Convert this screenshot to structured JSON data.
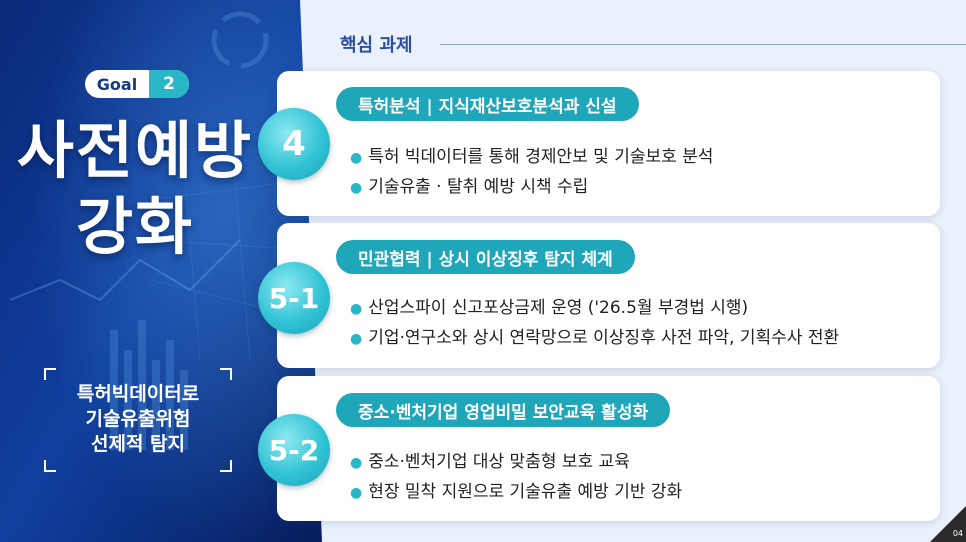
{
  "goal": {
    "label": "Goal",
    "number": "2"
  },
  "title": {
    "line1": "사전예방",
    "line2": "강화"
  },
  "subtitle": [
    "특허빅데이터로",
    "기술유출위험",
    "선제적 탐지"
  ],
  "section": {
    "title": "핵심 과제"
  },
  "tasks": [
    {
      "number": "4",
      "heading": "특허분석  |  지식재산보호분석과 신설",
      "bullets": [
        "특허 빅데이터를 통해 경제안보 및 기술보호 분석",
        "기술유출 · 탈취 예방 시책 수립"
      ]
    },
    {
      "number": "5-1",
      "heading": "민관협력  |  상시 이상징후 탐지 체계",
      "bullets": [
        "산업스파이 신고포상금제 운영 ('26.5월 부경법 시행)",
        "기업·연구소와 상시 연락망으로 이상징후 사전 파악, 기획수사 전환"
      ]
    },
    {
      "number": "5-2",
      "heading": "중소·벤처기업 영업비밀 보안교육 활성화",
      "bullets": [
        "중소·벤처기업 대상 맞춤형 보호 교육",
        "현장 밀착 지원으로 기술유출 예방 기반 강화"
      ]
    }
  ],
  "page_number": "04"
}
